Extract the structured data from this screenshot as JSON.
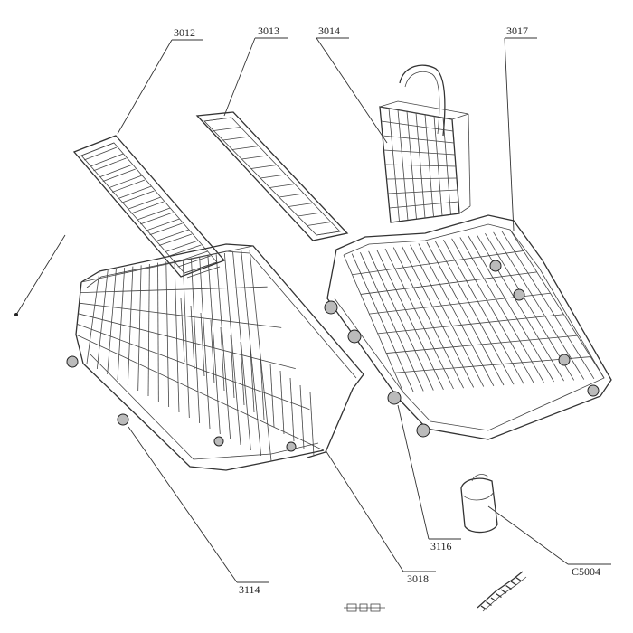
{
  "callouts": {
    "p3012": "3012",
    "p3013": "3013",
    "p3014": "3014",
    "p3017": "3017",
    "p3114": "3114",
    "p3018": "3018",
    "p3116": "3116",
    "pC5004": "C5004"
  }
}
